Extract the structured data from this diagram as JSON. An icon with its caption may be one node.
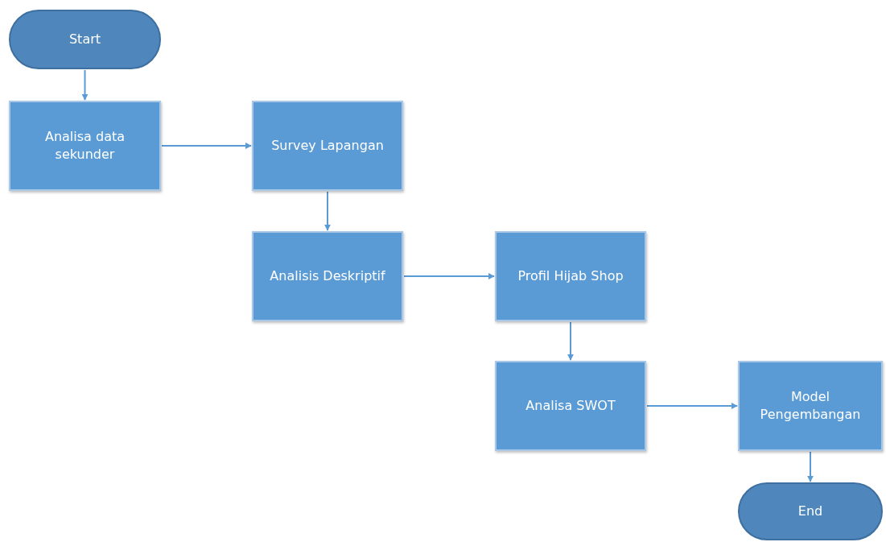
{
  "diagram": {
    "nodes": [
      {
        "text": [
          "Start"
        ]
      },
      {
        "text": [
          "Analisa data sekunder"
        ]
      },
      {
        "text": [
          "Survey Lapangan"
        ]
      },
      {
        "text": [
          "Analisis Deskriptif"
        ]
      },
      {
        "text": [
          "Profil Hijab Shop"
        ]
      },
      {
        "text": [
          "Analisa SWOT"
        ]
      },
      {
        "text": [
          "Model Pengembangan"
        ]
      },
      {
        "text": [
          "End"
        ]
      }
    ],
    "edges": [
      {
        "from": 0,
        "to": 1,
        "arrow": "to"
      },
      {
        "from": 1,
        "to": 2,
        "arrow": "to"
      },
      {
        "from": 2,
        "to": 3,
        "arrow": "to"
      },
      {
        "from": 3,
        "to": 4,
        "arrow": "to"
      },
      {
        "from": 4,
        "to": 5,
        "arrow": "to"
      },
      {
        "from": 5,
        "to": 6,
        "arrow": "to"
      },
      {
        "from": 6,
        "to": 7,
        "arrow": "to"
      }
    ]
  }
}
